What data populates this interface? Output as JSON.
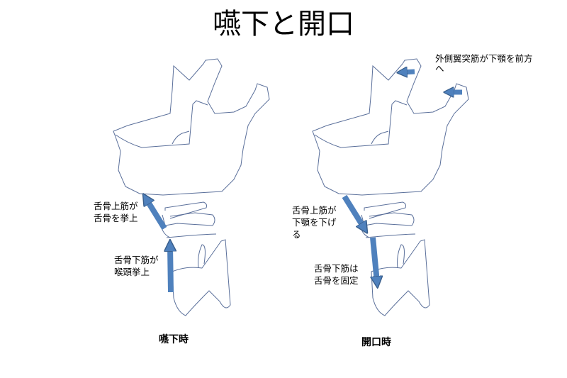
{
  "title": "嚥下と開口",
  "colors": {
    "arrow_fill": "#4f81bd",
    "arrow_stroke": "#385d8a",
    "outline": "#5a6f9a"
  },
  "left_panel": {
    "caption": "嚥下時",
    "label_suprahyoid": [
      "舌骨上筋が",
      "舌骨を挙上"
    ],
    "label_infrahyoid": [
      "舌骨下筋が",
      "喉頭挙上"
    ]
  },
  "right_panel": {
    "caption": "開口時",
    "label_pterygoid": [
      "外側翼突筋が下顎を前方",
      "へ"
    ],
    "label_suprahyoid": [
      "舌骨上筋が",
      "下顎を下げ",
      "る"
    ],
    "label_infrahyoid": [
      "舌骨下筋は",
      "舌骨を固定"
    ]
  }
}
